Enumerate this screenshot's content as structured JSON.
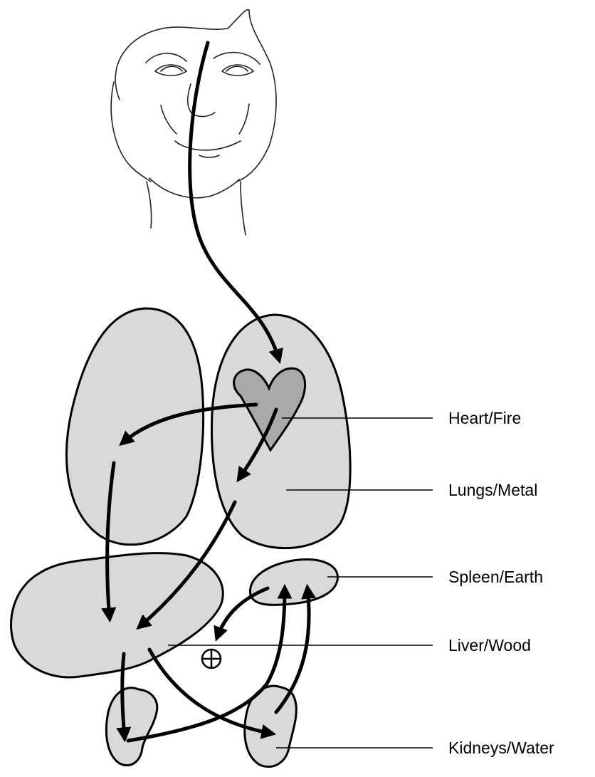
{
  "labels": {
    "heart": "Heart/Fire",
    "lungs": "Lungs/Metal",
    "spleen": "Spleen/Earth",
    "liver": "Liver/Wood",
    "kidneys": "Kidneys/Water"
  },
  "colors": {
    "organ_fill": "#d9d9d9",
    "heart_fill": "#a9a9a9",
    "line": "#000000",
    "background": "#ffffff"
  },
  "icons": {
    "face": "face-sketch",
    "junction": "circled-plus-icon"
  }
}
